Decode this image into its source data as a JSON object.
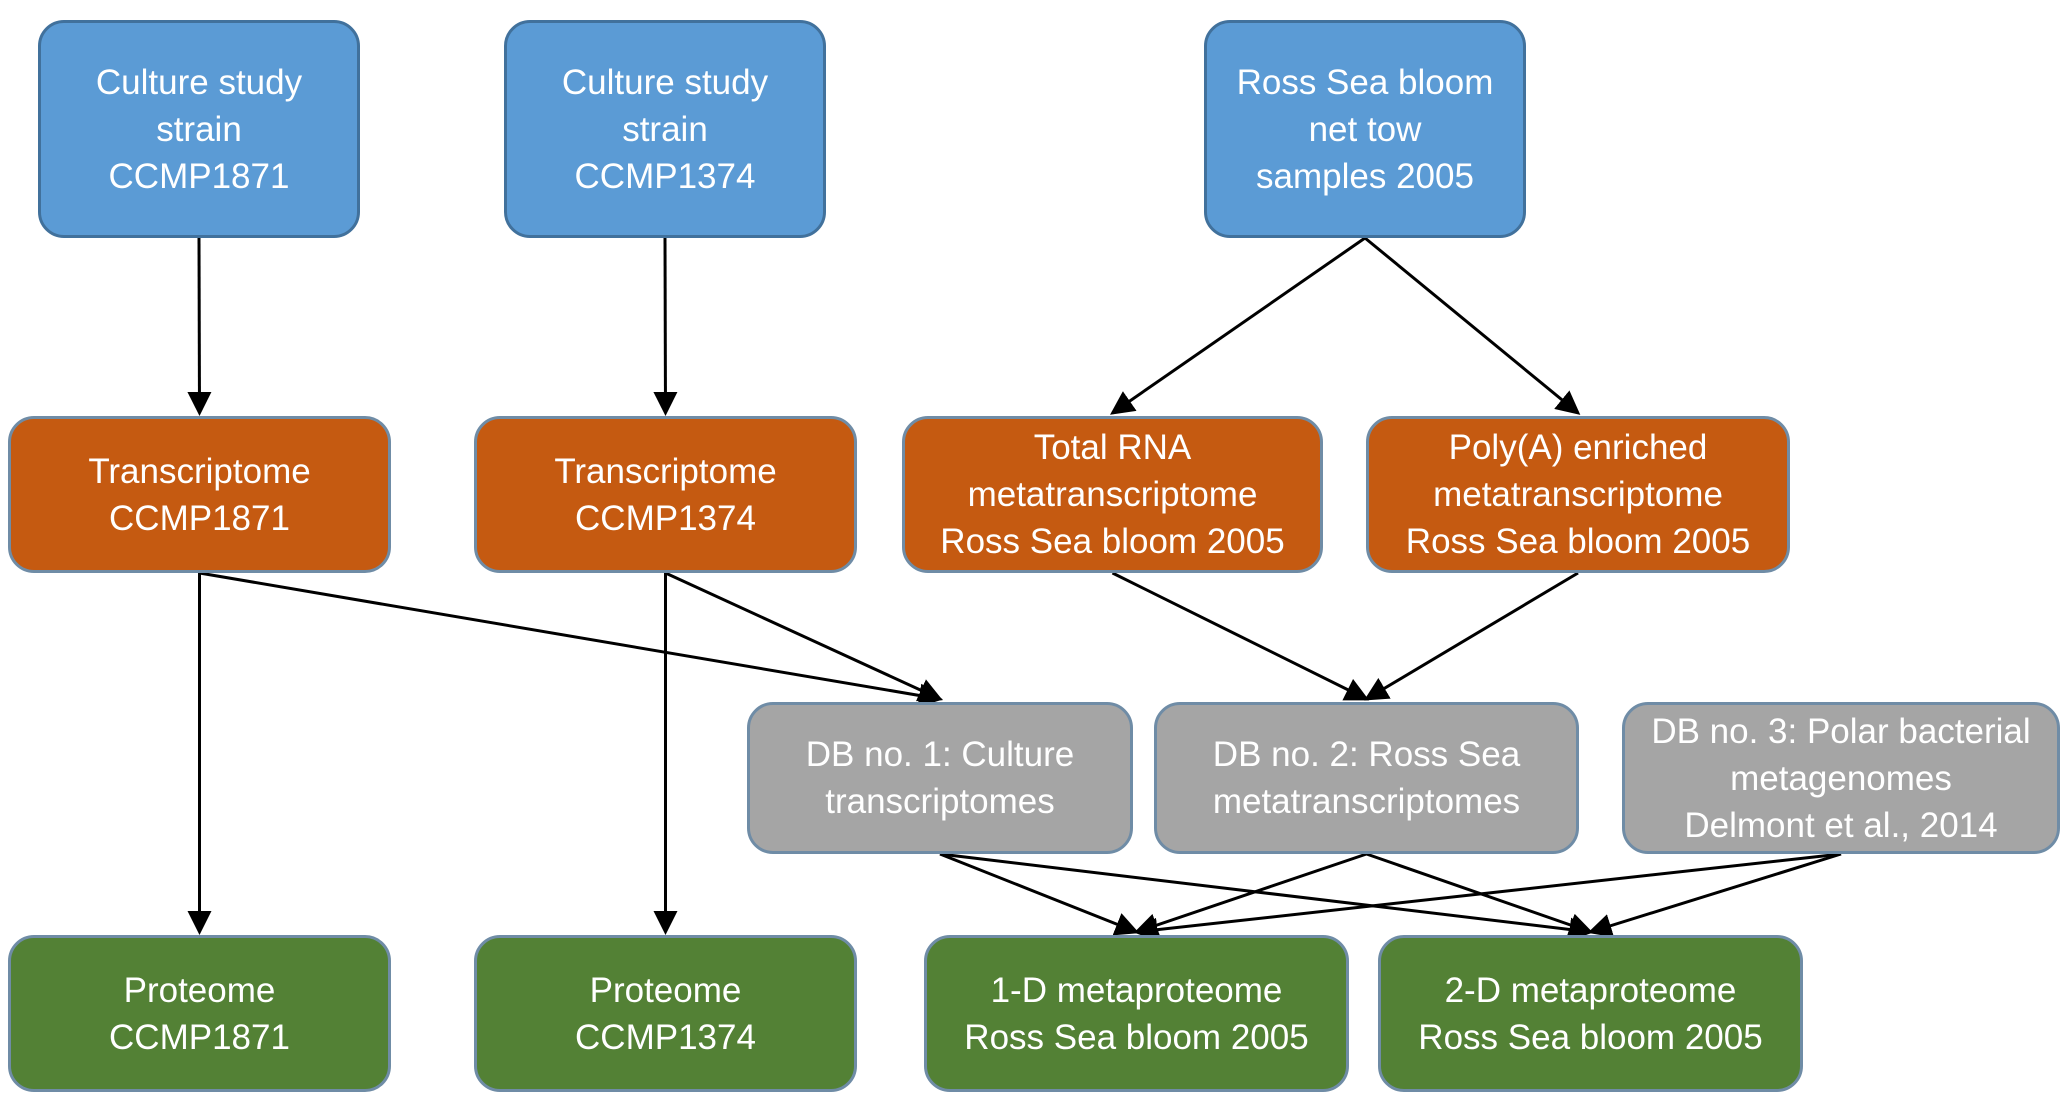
{
  "colors": {
    "source": "#5b9bd5",
    "transcriptome": "#c55a11",
    "database": "#a5a5a5",
    "proteome": "#538135",
    "arrow": "#000000"
  },
  "nodes": {
    "culture_1871": "Culture study\nstrain\nCCMP1871",
    "culture_1374": "Culture study\nstrain\nCCMP1374",
    "ross_sea_samples": "Ross Sea bloom\nnet tow\nsamples 2005",
    "transcriptome_1871": "Transcriptome\nCCMP1871",
    "transcriptome_1374": "Transcriptome\nCCMP1374",
    "total_rna_metatranscriptome": "Total RNA\nmetatranscriptome\nRoss Sea bloom 2005",
    "polya_metatranscriptome": "Poly(A) enriched\nmetatranscriptome\nRoss Sea bloom 2005",
    "db1": "DB no. 1: Culture\ntranscriptomes",
    "db2": "DB no. 2: Ross Sea\nmetatranscriptomes",
    "db3": "DB no. 3: Polar bacterial\nmetagenomes\nDelmont et al., 2014",
    "proteome_1871": "Proteome\nCCMP1871",
    "proteome_1374": "Proteome\nCCMP1374",
    "metaproteome_1d": "1-D metaproteome\nRoss Sea bloom 2005",
    "metaproteome_2d": "2-D metaproteome\nRoss Sea bloom 2005"
  },
  "edges": [
    [
      "culture_1871",
      "transcriptome_1871"
    ],
    [
      "culture_1374",
      "transcriptome_1374"
    ],
    [
      "ross_sea_samples",
      "total_rna_metatranscriptome"
    ],
    [
      "ross_sea_samples",
      "polya_metatranscriptome"
    ],
    [
      "transcriptome_1871",
      "proteome_1871"
    ],
    [
      "transcriptome_1374",
      "proteome_1374"
    ],
    [
      "transcriptome_1871",
      "db1"
    ],
    [
      "transcriptome_1374",
      "db1"
    ],
    [
      "total_rna_metatranscriptome",
      "db2"
    ],
    [
      "polya_metatranscriptome",
      "db2"
    ],
    [
      "db1",
      "metaproteome_1d"
    ],
    [
      "db1",
      "metaproteome_2d"
    ],
    [
      "db2",
      "metaproteome_1d"
    ],
    [
      "db2",
      "metaproteome_2d"
    ],
    [
      "db3",
      "metaproteome_1d"
    ],
    [
      "db3",
      "metaproteome_2d"
    ]
  ]
}
